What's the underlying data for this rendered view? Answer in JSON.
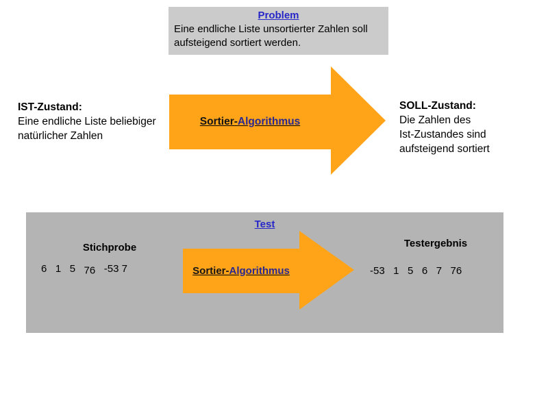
{
  "problem_box": {
    "title": "Problem",
    "line1": "Eine endliche Liste unsortierter Zahlen soll",
    "line2": "aufsteigend sortiert werden."
  },
  "ist": {
    "title": "IST-Zustand:",
    "line1": "Eine endliche Liste beliebiger",
    "line2": "natürlicher Zahlen"
  },
  "soll": {
    "title": "SOLL-Zustand:",
    "line1": "Die Zahlen des",
    "line2": "Ist-Zustandes sind",
    "line3": "aufsteigend sortiert"
  },
  "main_arrow": {
    "label_part1": "Sortier-",
    "label_part2": "Algorithmus"
  },
  "test_box": {
    "title": "Test",
    "sample_label": "Stichprobe",
    "sample_values_a": "6   1   5   ",
    "sample_values_b": "76",
    "sample_values_c": "   -53 7",
    "arrow": {
      "label_part1": "Sortier-",
      "label_part2": "Algorithmus"
    },
    "result_label": "Testergebnis",
    "result_values": "-53   1   5   6   7   76"
  },
  "colors": {
    "arrow_orange": "#ffa319",
    "link_blue": "#2626c9",
    "algorithmus_blue": "#28288f",
    "sortier_dark": "#151515",
    "problem_box_gray": "#cbcbcb",
    "test_box_gray": "#b4b4b4",
    "background": "#ffffff"
  }
}
